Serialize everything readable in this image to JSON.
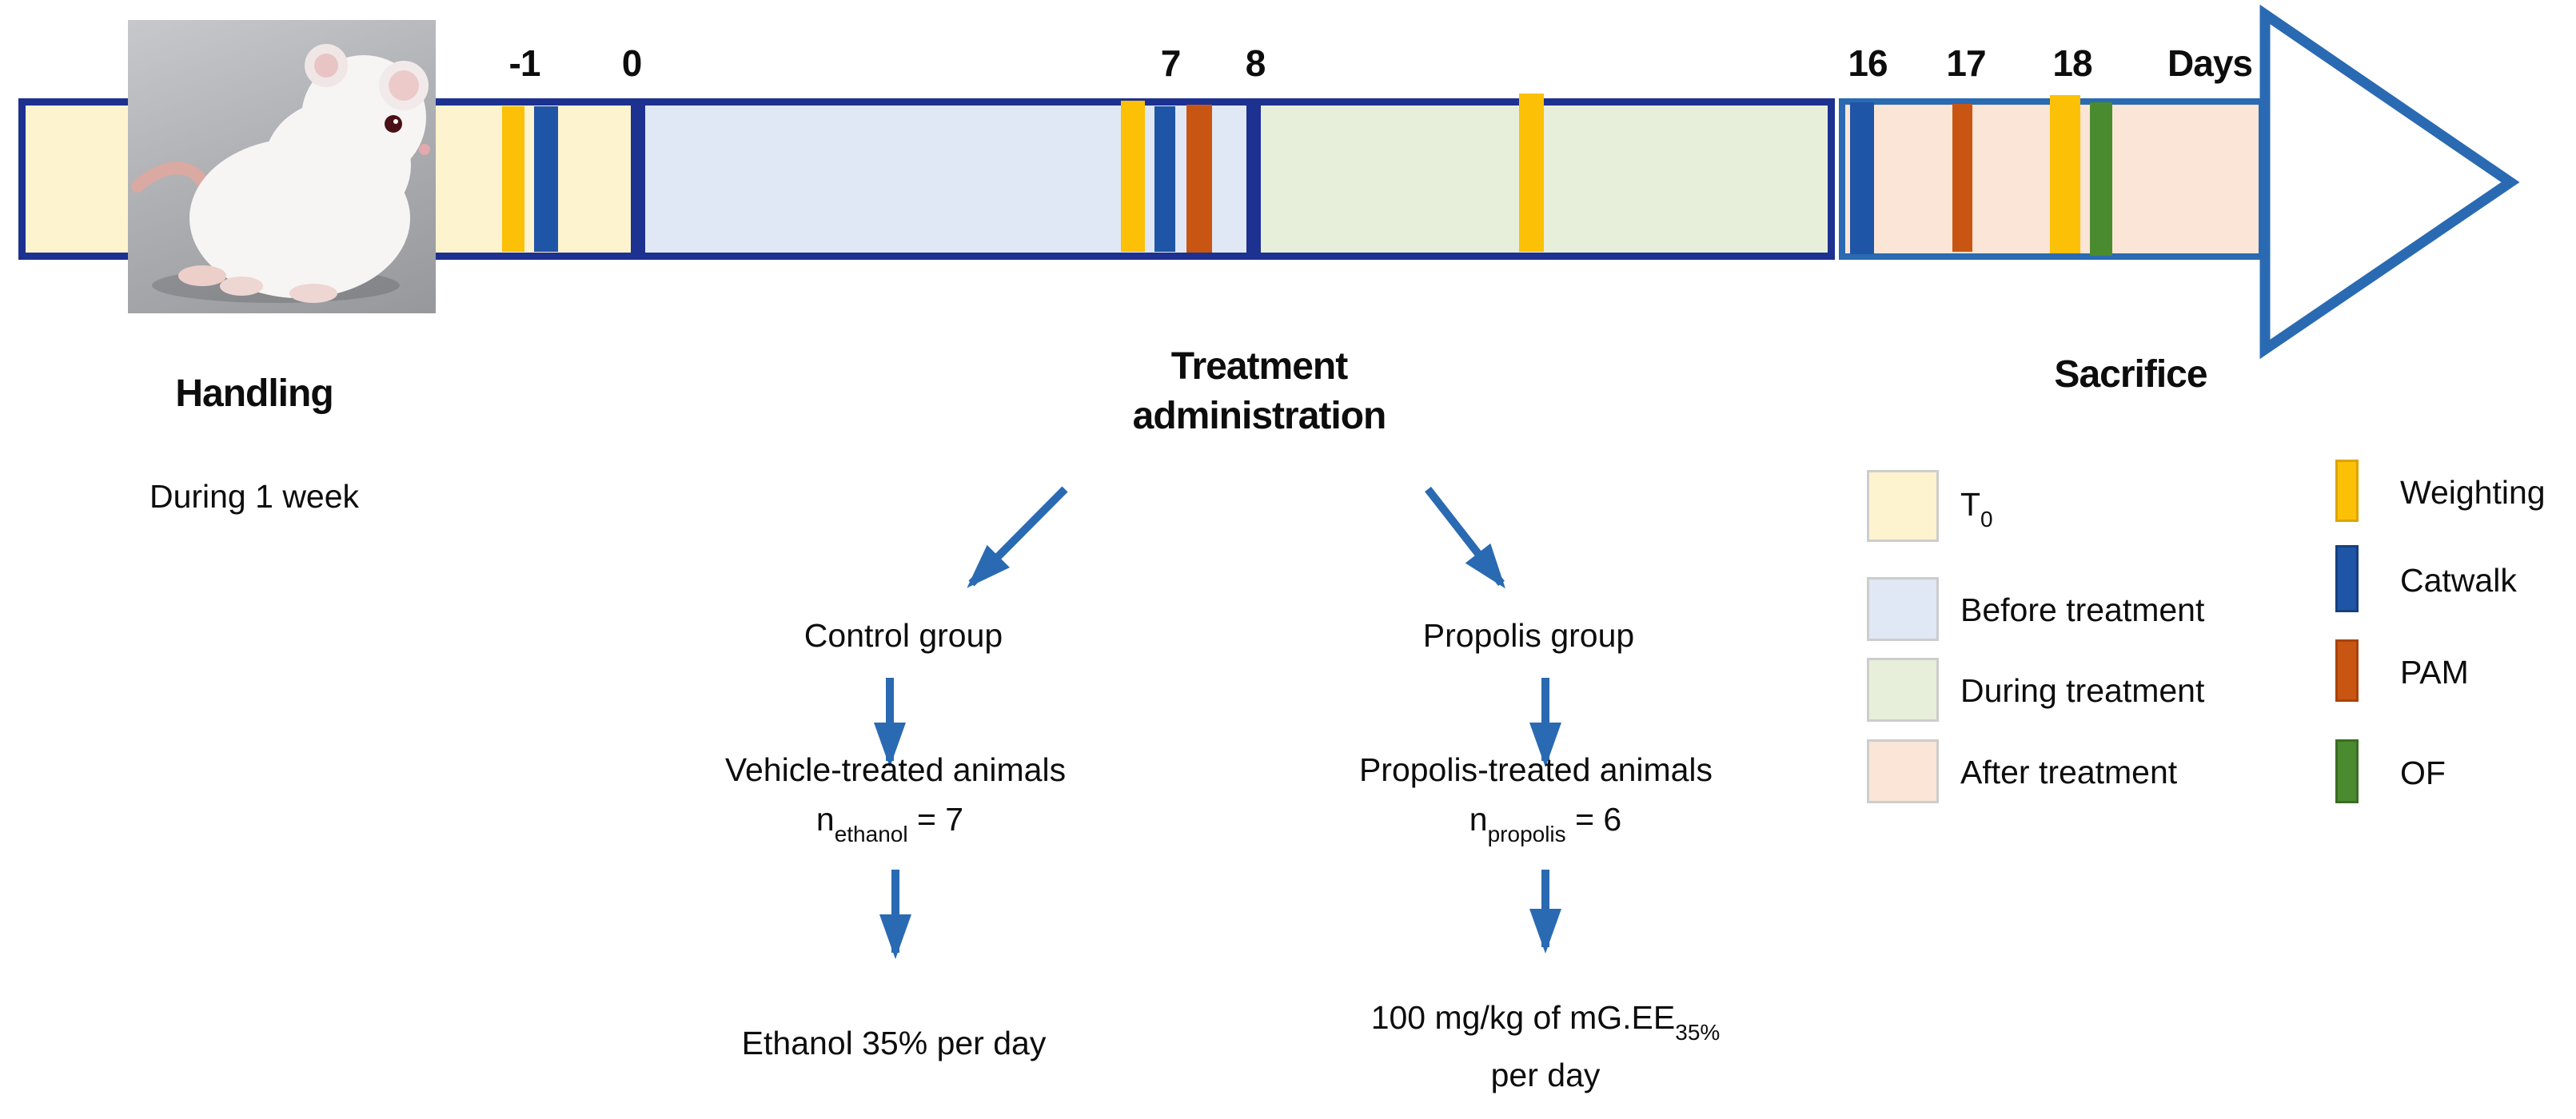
{
  "palette": {
    "navy_border": "#1d3190",
    "steel_blue": "#2a6ab2",
    "t0_fill": "#fdf3cf",
    "before_fill": "#dfe8f4",
    "during_fill": "#e7efdb",
    "after_fill": "#fbe5d6",
    "weighting": "#fcc006",
    "catwalk": "#1f55a6",
    "pam": "#c85612",
    "of": "#4b8b30"
  },
  "timeline": {
    "day_markers": [
      {
        "label": "-1"
      },
      {
        "label": "0"
      },
      {
        "label": "7"
      },
      {
        "label": "8"
      },
      {
        "label": "16"
      },
      {
        "label": "17"
      },
      {
        "label": "18"
      }
    ],
    "days_axis_label": "Days"
  },
  "annotations": {
    "handling_title": "Handling",
    "handling_sub": "During 1 week",
    "treatment_line1": "Treatment",
    "treatment_line2": "administration",
    "sacrifice": "Sacrifice"
  },
  "flowchart": {
    "control": {
      "group": "Control group",
      "animals": "Vehicle-treated animals",
      "n_prefix": "n",
      "n_sub": "ethanol",
      "n_eq": "= 7",
      "dose": "Ethanol 35% per day"
    },
    "propolis": {
      "group": "Propolis group",
      "animals": "Propolis-treated animals",
      "n_prefix": "n",
      "n_sub": "propolis",
      "n_eq": "= 6",
      "dose_main": "100 mg/kg of mG.EE",
      "dose_sub": "35%",
      "dose_line2": "per day"
    }
  },
  "legend": {
    "phases": [
      {
        "label_main": "T",
        "label_sub": "0",
        "color": "#fdf3cf"
      },
      {
        "label": "Before treatment",
        "color": "#dfe8f4"
      },
      {
        "label": "During treatment",
        "color": "#e7efdb"
      },
      {
        "label": "After treatment",
        "color": "#fbe5d6"
      }
    ],
    "events": [
      {
        "label": "Weighting",
        "color": "#fcc006"
      },
      {
        "label": "Catwalk",
        "color": "#1f55a6"
      },
      {
        "label": "PAM",
        "color": "#c85612"
      },
      {
        "label": "OF",
        "color": "#4b8b30"
      }
    ]
  }
}
